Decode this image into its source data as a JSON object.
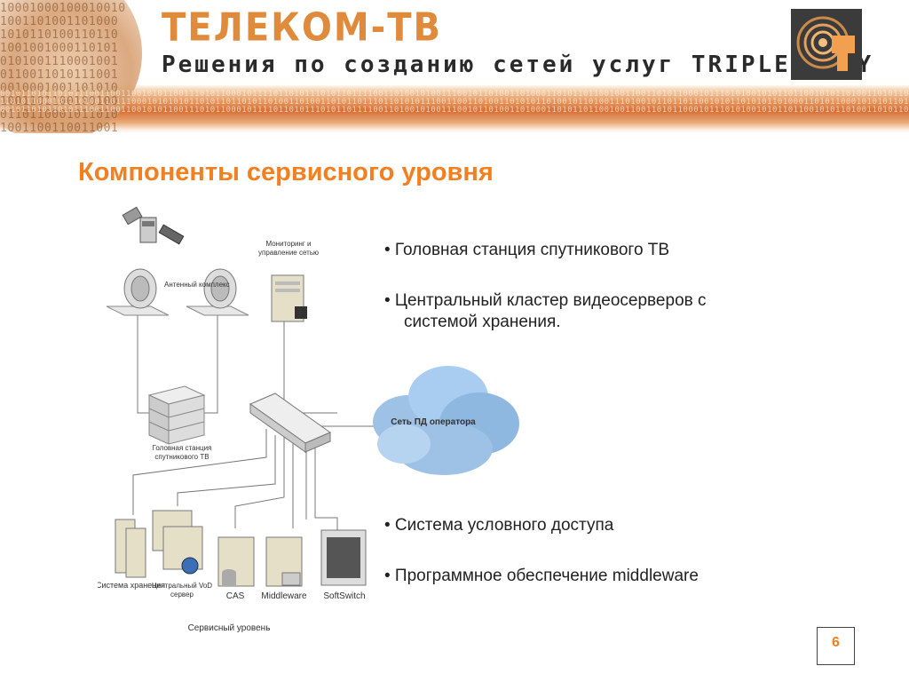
{
  "header": {
    "brand": "ТЕЛЕКОМ-ТВ",
    "tagline": "Решения по созданию сетей услуг TRIPLE PLAY",
    "binary_left": "10001000100010010\n1001101001101000\n1010110100110110\n1001001000110101\n0101001110001001\n0110011010111001\n0010001001101010\n1001101100100100\n0110110001011010\n1001100110011001",
    "binary_strip": "00101101011010111001100110010101100111010110001011110110101110101101111001101001010011100101101001101000110101101100100110011010110001011101010010101101100101011010011010110101110101101001",
    "binary_strip2": "11010110001011101001101110001010101011010110110101101001101001101011011101101010111001100110100110101011010010110100111010010110110110010101101010110100011010110001010101101101011001"
  },
  "page": {
    "title": "Компоненты сервисного уровня",
    "number": "6"
  },
  "diagram": {
    "label_antenna": "Антенный комплекс",
    "label_monitoring": "Мониторинг и управление сетью",
    "label_headend": "Головная станция спутникового ТВ",
    "label_cloud": "Сеть ПД оператора",
    "label_storage": "Система хранения",
    "label_vod": "Центральный VoD сервер",
    "label_cas": "CAS",
    "label_middleware": "Middleware",
    "label_softswitch": "SoftSwitch",
    "caption": "Сервисный уровень"
  },
  "bullets": {
    "b1": "• Головная станция спутникового ТВ",
    "b2_line1": "• Центральный кластер видеосерверов с",
    "b2_line2": "системой хранения.",
    "b3": "• Система условного доступа",
    "b4": "• Программное обеспечение middleware"
  }
}
